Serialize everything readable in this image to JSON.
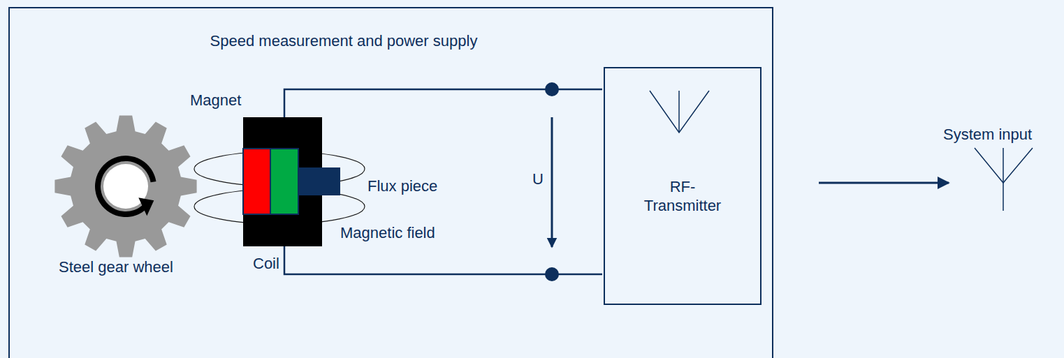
{
  "diagram": {
    "nodes": [
      {
        "text": [
          "Speed measurement and power supply"
        ]
      },
      {
        "text": [
          "RF- Transmitter"
        ],
        "in": 0
      }
    ],
    "labels": [
      "Magnet",
      "Flux piece",
      "Magnetic field",
      "Steel gear wheel",
      "Coil",
      "U",
      "System input"
    ]
  }
}
